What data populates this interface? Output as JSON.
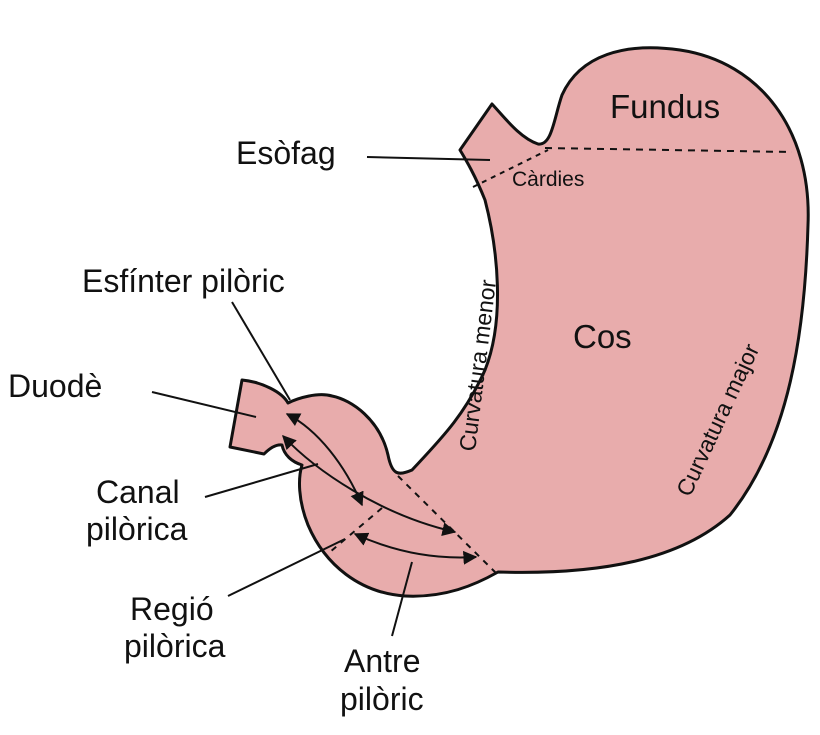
{
  "colors": {
    "organ_fill": "#e8acac",
    "outline": "#111111",
    "background": "#ffffff"
  },
  "labels": {
    "fundus": "Fundus",
    "cardia": "Càrdies",
    "esophagus": "Esòfag",
    "body": "Cos",
    "lesser_curvature": "Curvatura menor",
    "greater_curvature": "Curvatura major",
    "pyloric_sphincter": "Esfínter pilòric",
    "duodenum": "Duodè",
    "pyloric_canal_line1": "Canal",
    "pyloric_canal_line2": "pilòrica",
    "pyloric_region_line1": "Regió",
    "pyloric_region_line2": "pilòrica",
    "pyloric_antrum_line1": "Antre",
    "pyloric_antrum_line2": "pilòric"
  }
}
